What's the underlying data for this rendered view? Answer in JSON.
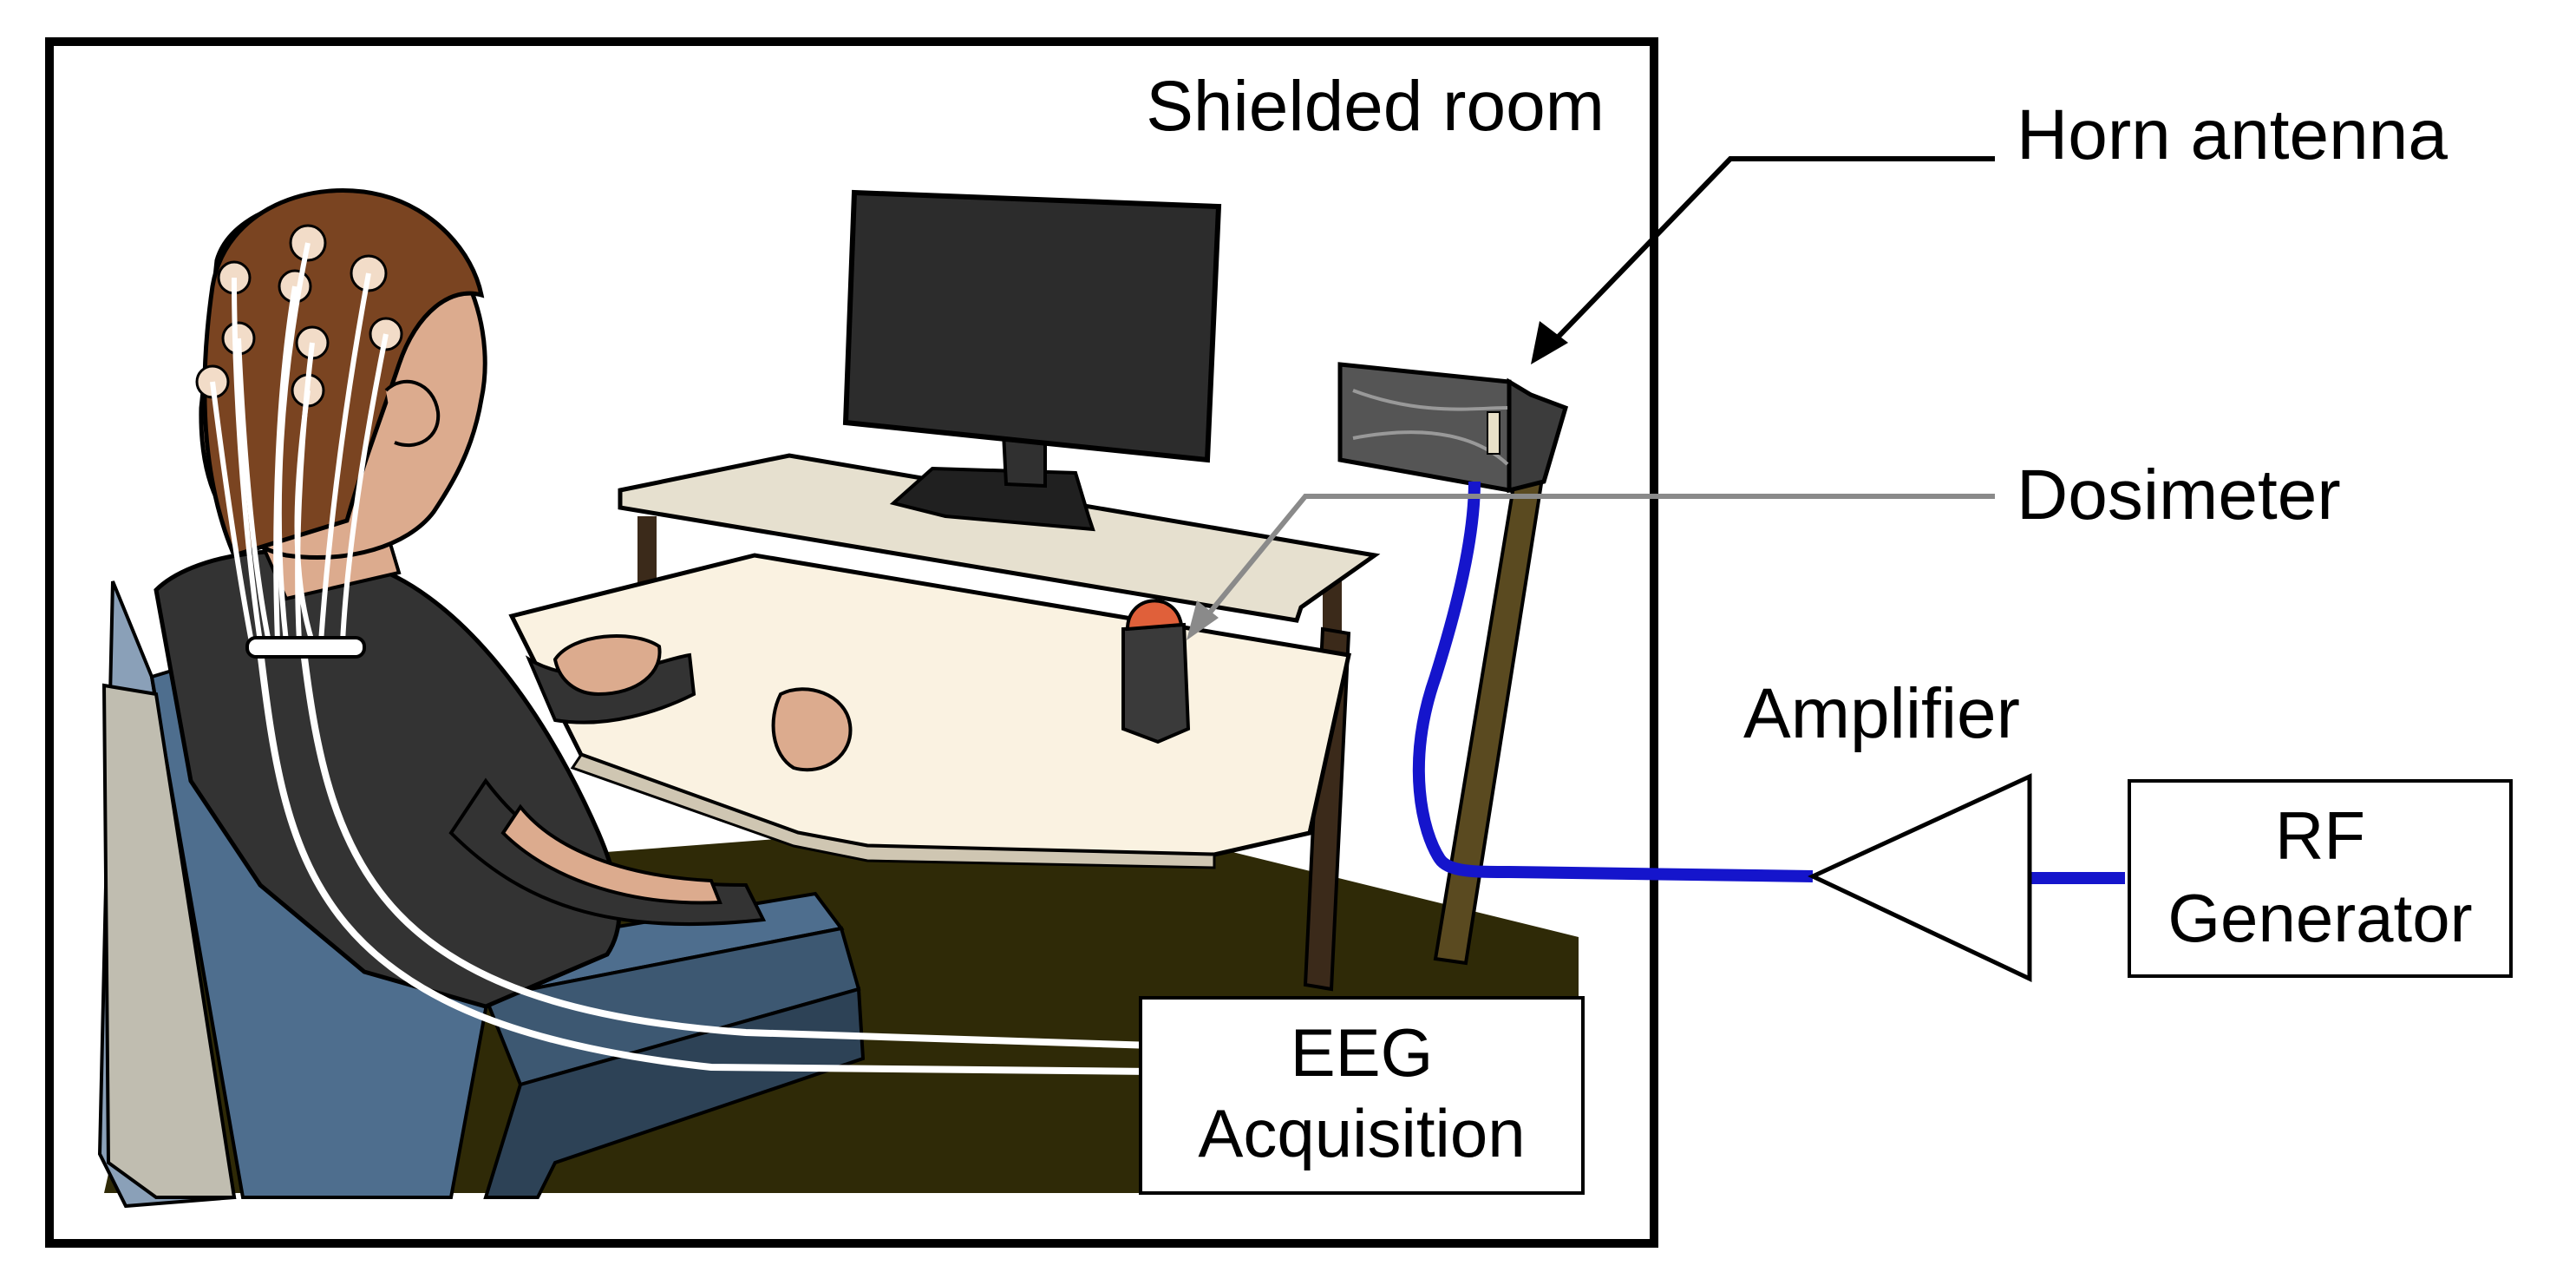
{
  "labels": {
    "shielded_room": "Shielded room",
    "horn_antenna": "Horn antenna",
    "dosimeter": "Dosimeter",
    "amplifier": "Amplifier",
    "rf_generator_line1": "RF",
    "rf_generator_line2": "Generator",
    "eeg_acquisition_line1": "EEG",
    "eeg_acquisition_line2": "Acquisition"
  },
  "colors": {
    "background": "#ffffff",
    "outline": "#000000",
    "floor": "#2f2a07",
    "hair": "#7a4421",
    "skin": "#dcab8e",
    "shirt": "#333333",
    "chair_blue": "#4e6e8e",
    "chair_gray": "#c0bdb0",
    "desk_top": "#faf2e1",
    "desk_legs": "#3b2a1a",
    "monitor": "#2c2c2c",
    "cable_blue": "#1515cc",
    "electrode_wire": "#ffffff",
    "dosimeter_body": "#3a3a3a",
    "dosimeter_cap": "#e0603a",
    "antenna_pole": "#5a4a20",
    "pointer_gray": "#8a8a8a"
  }
}
